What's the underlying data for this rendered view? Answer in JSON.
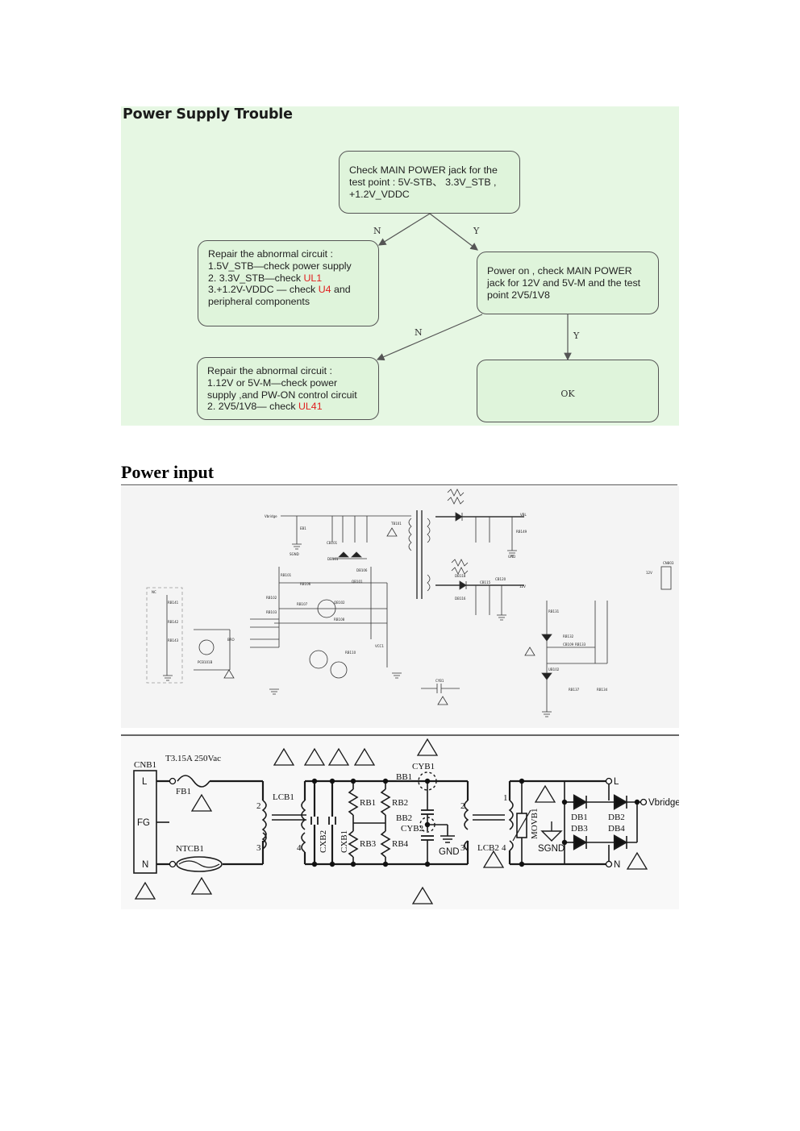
{
  "flowchart": {
    "title": "Power Supply Trouble",
    "box_check_main": {
      "lines": [
        "Check  MAIN POWER jack  for  the",
        "test  point  : 5V-STB、 3.3V_STB ,",
        "+1.2V_VDDC"
      ]
    },
    "box_repair_1": {
      "line1": "Repair  the  abnormal  circuit  :",
      "line2": "1.5V_STB—check power supply",
      "line3_pre": "2. 3.3V_STB—check  ",
      "line3_red": "UL1",
      "line4_pre": "3.+1.2V-VDDC — check  ",
      "line4_red": "U4",
      "line4_post": "  and",
      "line5": "peripheral components"
    },
    "box_power_on": {
      "lines": [
        "Power  on , check  MAIN POWER",
        "jack  for 12V and  5V-M and  the test",
        "point  2V5/1V8"
      ]
    },
    "box_repair_2": {
      "line1": "Repair  the  abnormal  circuit  :",
      "line2": "1.12V or 5V-M—check power",
      "line3": "supply ,and PW-ON control circuit",
      "line4_pre": "2. 2V5/1V8— check  ",
      "line4_red": "UL41"
    },
    "box_ok": {
      "label": "OK"
    },
    "branch_labels": {
      "n1": "N",
      "y1": "Y",
      "n2": "N",
      "y2": "Y"
    },
    "colors": {
      "panel_bg": "#e6f7e3",
      "highlight": "#e02020"
    }
  },
  "section": {
    "heading": "Power input"
  },
  "schematic_standby": {
    "labels": {
      "vbridge": "Vbridge",
      "sgnd": "SGND",
      "gnd": "GND",
      "vbl": "VBL",
      "v12": "12V",
      "nc": "NC",
      "vcc1": "VCC1",
      "cnb3": "CN803",
      "cyb1": "CYB1",
      "tb101": "TB101",
      "rb101": "RB101",
      "cb101": "CB101",
      "db101": "DB101",
      "eb1": "EB1",
      "db106": "DB106",
      "db118": "DB118",
      "db116": "DB116",
      "qb101": "QB101",
      "qb102": "QB102",
      "rb102": "RB102",
      "rb103": "RB103",
      "rb106": "RB106",
      "rb107": "RB107",
      "rb108": "RB108",
      "rb110": "RB110",
      "rb131": "RB131",
      "rb132": "RB132",
      "rb133": "RB133",
      "rb137": "RB137",
      "rb134": "RB134",
      "rb141": "RB141",
      "rb142": "RB142",
      "rb143": "RB143",
      "rb149": "RB149",
      "cb109": "CB109",
      "cb120": "CB120",
      "cb115": "CB115",
      "ub102": "UB102",
      "pcb1": "PCB101B",
      "bro": "BRO",
      "v12b": "12V"
    }
  },
  "schematic_input": {
    "cnb1": "CNB1",
    "fuse_rating": "T3.15A 250Vac",
    "fb1": "FB1",
    "ntcb1": "NTCB1",
    "pin_l": "L",
    "pin_fg": "FG",
    "pin_n": "N",
    "lcb1": "LCB1",
    "lcb2": "LCB2",
    "cxb2": "CXB2",
    "cxb1": "CXB1",
    "rb1": "RB1",
    "rb2": "RB2",
    "rb3": "RB3",
    "rb4": "RB4",
    "bb1": "BB1",
    "bb2": "BB2",
    "cyb1": "CYB1",
    "cyb2": "CYB2",
    "gnd": "GND",
    "movb1": "MOVB1",
    "sgnd": "SGND",
    "db1": "DB1",
    "db2": "DB2",
    "db3": "DB3",
    "db4": "DB4",
    "out_l": "L",
    "out_n": "N",
    "vbridge": "Vbridge",
    "coil_2a": "2",
    "coil_3a": "3",
    "coil_4a": "4",
    "coil_1b": "1",
    "coil_2b": "2",
    "coil_3b": "3",
    "coil_4b": "4"
  }
}
